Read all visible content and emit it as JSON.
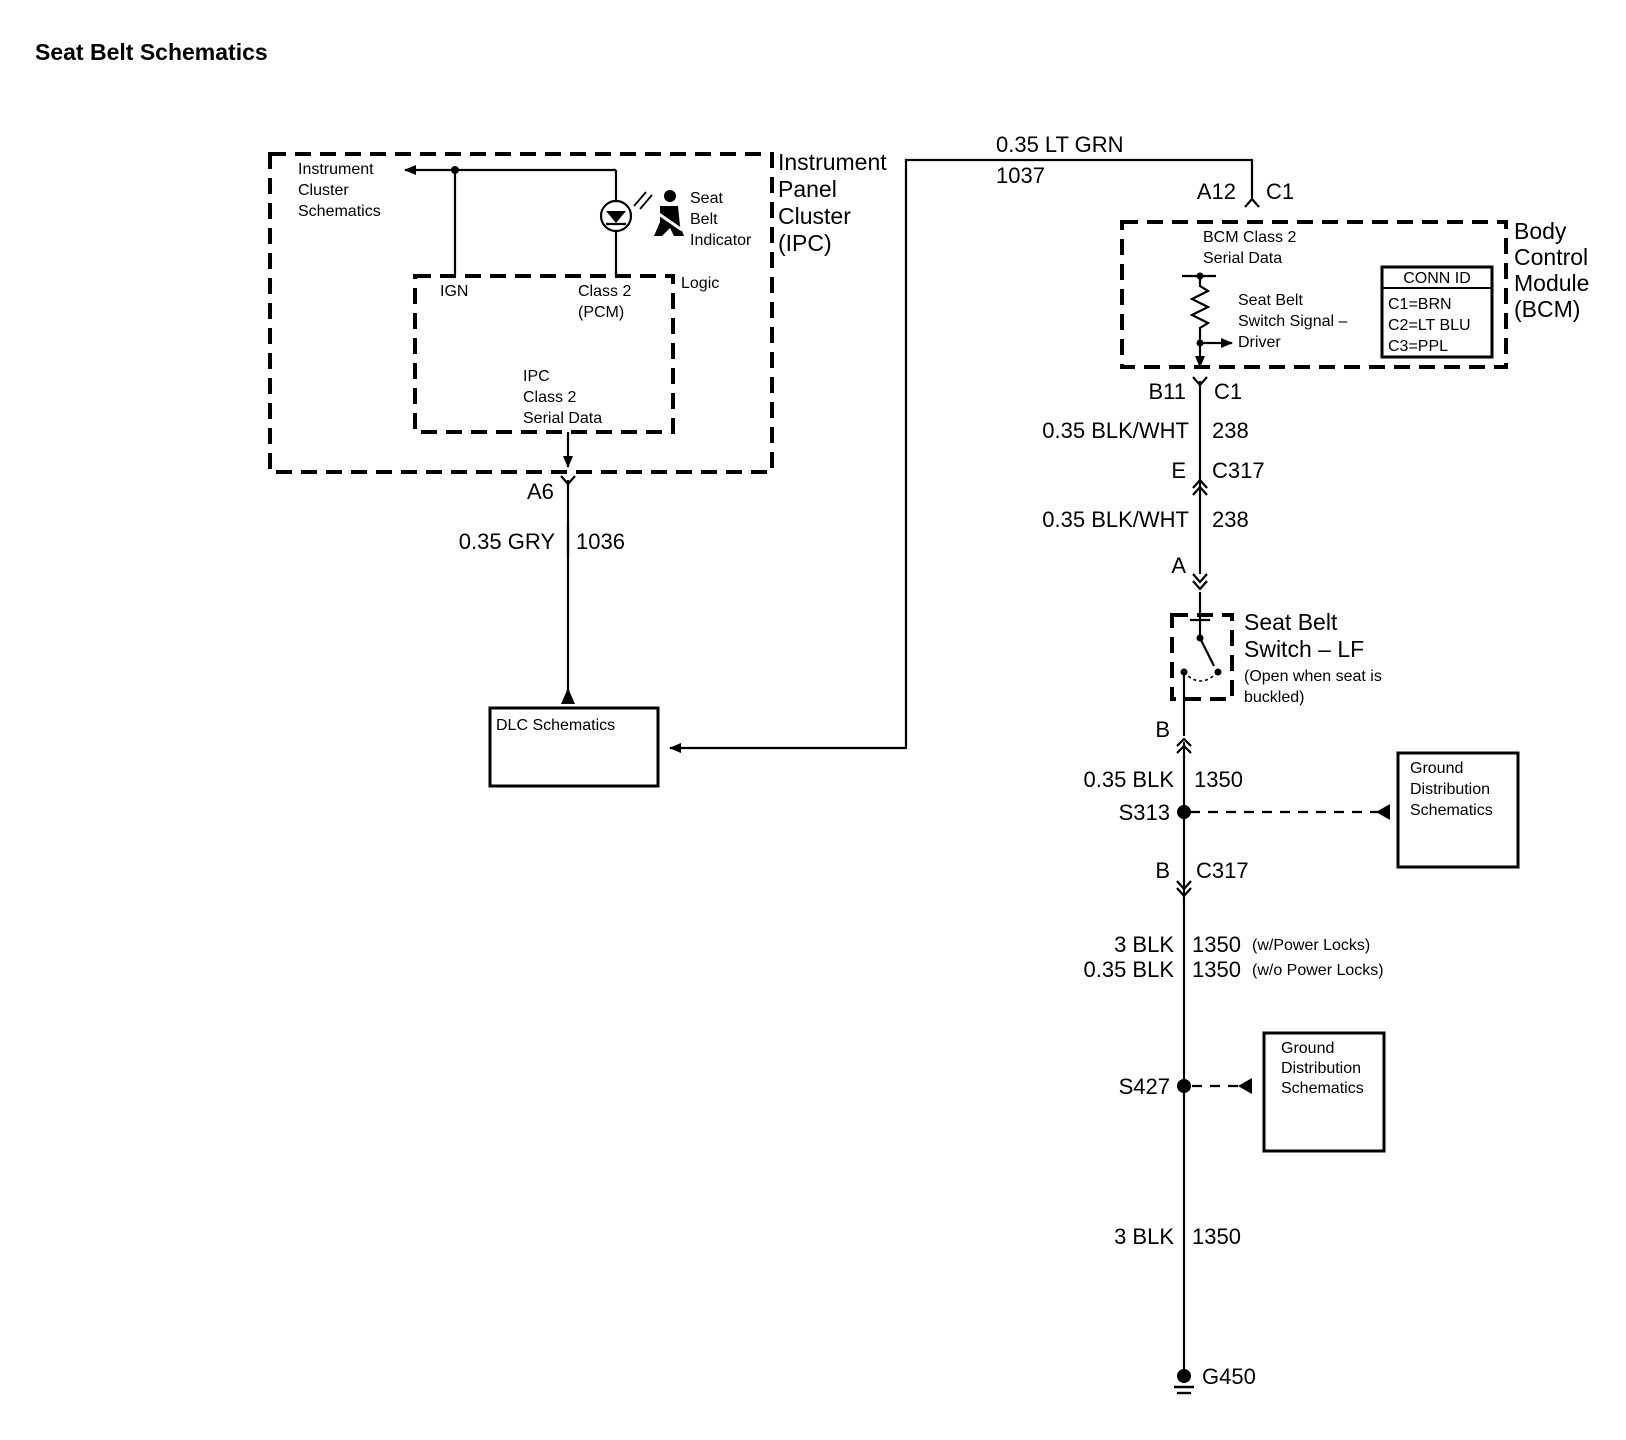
{
  "title": "Seat Belt Schematics",
  "ipc": {
    "module_label": [
      "Instrument",
      "Panel",
      "Cluster",
      "(IPC)"
    ],
    "instrument_cluster_ref": [
      "Instrument",
      "Cluster",
      "Schematics"
    ],
    "seat_belt_indicator": [
      "Seat",
      "Belt",
      "Indicator"
    ],
    "logic_label": "Logic",
    "ign_label": "IGN",
    "class2_pcm": [
      "Class 2",
      "(PCM)"
    ],
    "serial_data": [
      "IPC",
      "Class 2",
      "Serial Data"
    ],
    "pin_a6": "A6"
  },
  "dlc": {
    "label": "DLC Schematics"
  },
  "wires": {
    "gry": {
      "gauge_color": "0.35 GRY",
      "circuit": "1036"
    },
    "lt_grn": {
      "gauge_color": "0.35 LT GRN",
      "circuit": "1037"
    },
    "blk_wht_upper": {
      "gauge_color": "0.35 BLK/WHT",
      "circuit": "238"
    },
    "blk_wht_lower": {
      "gauge_color": "0.35 BLK/WHT",
      "circuit": "238"
    },
    "blk_switch": {
      "gauge_color": "0.35 BLK",
      "circuit": "1350"
    },
    "blk_power_locks_a": {
      "gauge_color": "3 BLK",
      "circuit": "1350",
      "note": "(w/Power Locks)"
    },
    "blk_power_locks_b": {
      "gauge_color": "0.35 BLK",
      "circuit": "1350",
      "note": "(w/o Power Locks)"
    },
    "blk_ground": {
      "gauge_color": "3 BLK",
      "circuit": "1350"
    }
  },
  "bcm": {
    "module_label": [
      "Body",
      "Control",
      "Module",
      "(BCM)"
    ],
    "serial_data": [
      "BCM Class 2",
      "Serial Data"
    ],
    "switch_signal": [
      "Seat Belt",
      "Switch Signal –",
      "Driver"
    ],
    "conn_id_title": "CONN ID",
    "conn_ids": [
      "C1=BRN",
      "C2=LT BLU",
      "C3=PPL"
    ],
    "pin_a12": "A12",
    "conn_top": "C1",
    "pin_b11": "B11",
    "conn_bottom": "C1"
  },
  "c317_upper": {
    "pin": "E",
    "conn": "C317"
  },
  "switch": {
    "pin_top": "A",
    "label": [
      "Seat Belt",
      "Switch – LF"
    ],
    "note": [
      "(Open when seat is",
      "buckled)"
    ],
    "pin_bottom": "B"
  },
  "splice_s313": "S313",
  "c317_lower": {
    "pin": "B",
    "conn": "C317"
  },
  "splice_s427": "S427",
  "ground_dist_1": [
    "Ground",
    "Distribution",
    "Schematics"
  ],
  "ground_dist_2": [
    "Ground",
    "Distribution",
    "Schematics"
  ],
  "ground": "G450"
}
